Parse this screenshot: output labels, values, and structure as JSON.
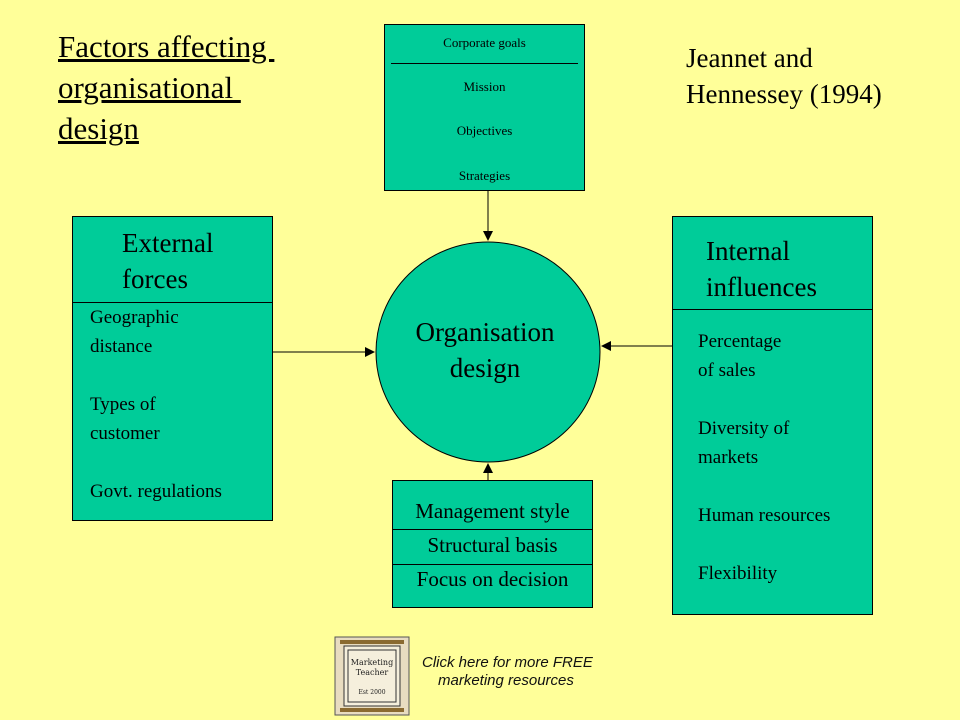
{
  "title": [
    "Factors affecting ",
    "organisational ",
    "design"
  ],
  "citation": [
    "Jeannet and",
    "Hennessey (1994)"
  ],
  "top_box": {
    "header": "Corporate goals",
    "items": [
      "Mission",
      "Objectives",
      "Strategies"
    ]
  },
  "external": {
    "heading": [
      "External",
      "forces"
    ],
    "items": [
      "Geographic",
      "distance",
      "",
      "Types of",
      "customer",
      "",
      "Govt. regulations"
    ]
  },
  "internal": {
    "heading": [
      "Internal",
      "influences"
    ],
    "items": [
      "Percentage",
      "of sales",
      "",
      "Diversity of",
      "markets",
      "",
      "Human resources",
      "",
      "Flexibility"
    ]
  },
  "center": {
    "label": [
      "Organisation",
      "design"
    ]
  },
  "bottom_box": {
    "items": [
      "Management style",
      "Structural basis",
      "Focus on decision"
    ]
  },
  "footer": {
    "logo_text": [
      "Marketing",
      "Teacher",
      "Est 2000"
    ],
    "link_text": [
      "Click here for more FREE",
      "marketing resources"
    ]
  },
  "colors": {
    "background": "#ffff99",
    "box_fill": "#00cc99",
    "stroke": "#000000"
  }
}
